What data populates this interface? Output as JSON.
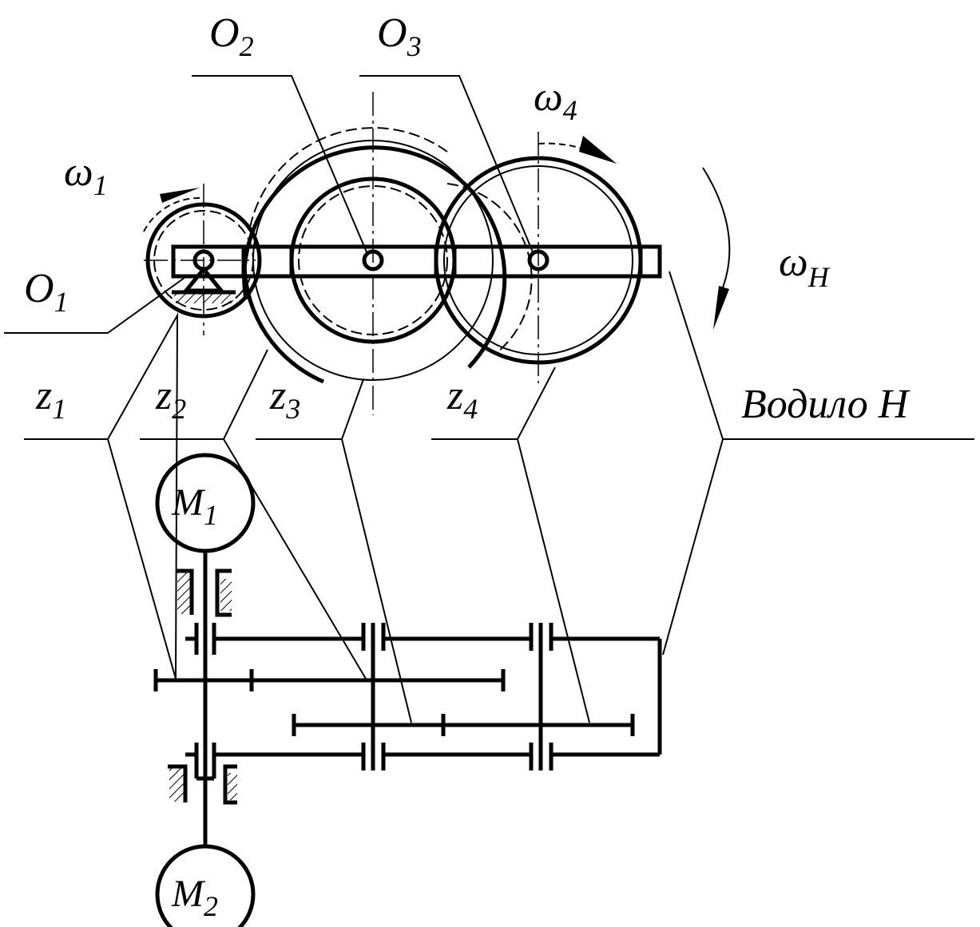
{
  "labels": {
    "o1": {
      "main": "O",
      "sub": "1"
    },
    "o2": {
      "main": "O",
      "sub": "2"
    },
    "o3": {
      "main": "O",
      "sub": "3"
    },
    "w1": {
      "main": "ω",
      "sub": "1"
    },
    "w4": {
      "main": "ω",
      "sub": "4"
    },
    "wh": {
      "main": "ω",
      "sub": "H"
    },
    "z1": {
      "main": "z",
      "sub": "1"
    },
    "z2": {
      "main": "z",
      "sub": "2"
    },
    "z3": {
      "main": "z",
      "sub": "3"
    },
    "z4": {
      "main": "z",
      "sub": "4"
    },
    "carrier": "Водило H",
    "m1": {
      "main": "M",
      "sub": "1"
    },
    "m2": {
      "main": "M",
      "sub": "2"
    }
  }
}
